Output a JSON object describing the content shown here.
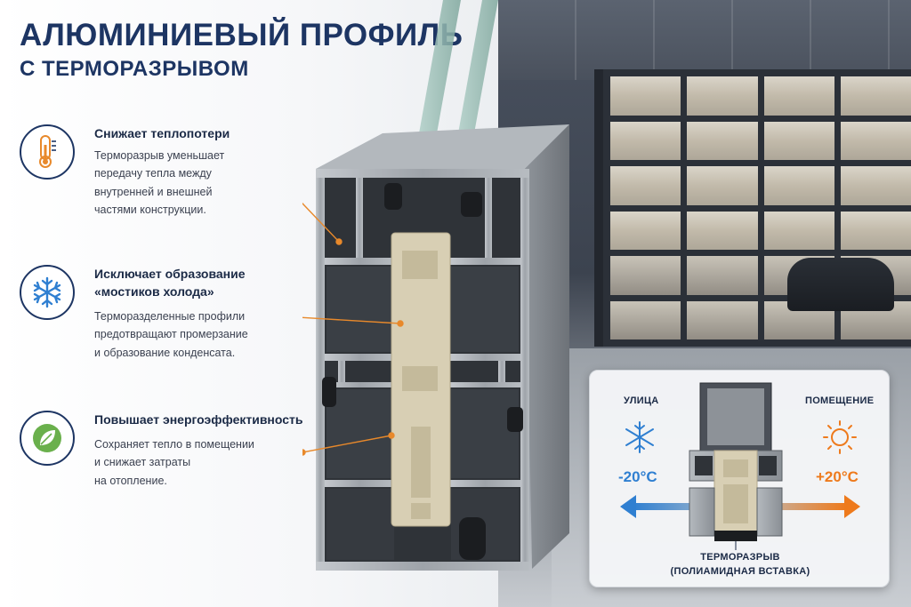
{
  "title": "АЛЮМИНИЕВЫЙ ПРОФИЛЬ",
  "subtitle": "С ТЕРМОРАЗРЫВОМ",
  "features": [
    {
      "icon": "thermometer-icon",
      "heading": "Снижает теплопотери",
      "text": [
        "Терморазрыв уменьшает",
        "передачу тепла между",
        "внутренней и внешней",
        "частями конструкции."
      ]
    },
    {
      "icon": "snowflake-icon",
      "heading": [
        "Исключает образование",
        "«мостиков холода»"
      ],
      "text": [
        "Терморазделенные профили",
        "предотвращают промерзание",
        "и образование конденсата."
      ]
    },
    {
      "icon": "leaf-icon",
      "heading": "Повышает энергоэффективность",
      "text": [
        "Сохраняет тепло в помещении",
        "и снижает затраты",
        "на отопление."
      ]
    }
  ],
  "inset": {
    "outside_label": "УЛИЦА",
    "inside_label": "ПОМЕЩЕНИЕ",
    "outside_temp": "-20°C",
    "inside_temp": "+20°C",
    "caption_line1": "ТЕРМОРАЗРЫВ",
    "caption_line2": "(ПОЛИАМИДНАЯ ВСТАВКА)"
  },
  "colors": {
    "title": "#1d3563",
    "accent_orange": "#e8892b",
    "cold_blue": "#2f7fd1",
    "warm_orange": "#ee7a1c",
    "polyamide": "#d8cfb4",
    "aluminium": "#a9aeb4"
  }
}
